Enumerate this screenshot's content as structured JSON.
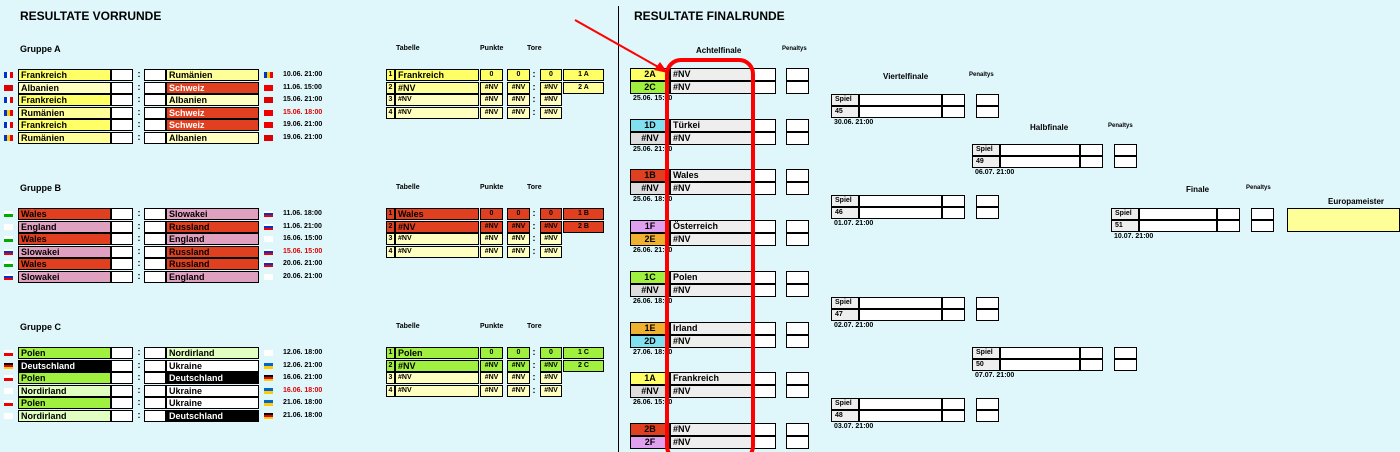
{
  "titles": {
    "vorrunde": "RESULTATE VORRUNDE",
    "finalrunde": "RESULTATE FINALRUNDE"
  },
  "headers": {
    "tabelle": "Tabelle",
    "punkte": "Punkte",
    "tore": "Tore",
    "penaltys": "Penaltys",
    "achtelfinale": "Achtelfinale",
    "viertelfinale": "Viertelfinale",
    "halbfinale": "Halbfinale",
    "finale": "Finale",
    "europameister": "Europameister",
    "spiel": "Spiel"
  },
  "groups": [
    {
      "name": "Gruppe A",
      "matches": [
        {
          "home": "Frankreich",
          "away": "Rumänien",
          "date": "10.06. 21:00"
        },
        {
          "home": "Albanien",
          "away": "Schweiz",
          "date": "11.06. 15:00"
        },
        {
          "home": "Frankreich",
          "away": "Albanien",
          "date": "15.06. 21:00"
        },
        {
          "home": "Rumänien",
          "away": "Schweiz",
          "date": "15.06. 18:00"
        },
        {
          "home": "Frankreich",
          "away": "Schweiz",
          "date": "19.06. 21:00"
        },
        {
          "home": "Rumänien",
          "away": "Albanien",
          "date": "19.06. 21:00"
        }
      ],
      "table": [
        {
          "rank": "1",
          "team": "Frankreich",
          "pts": "0",
          "g1": "0",
          "g2": "0",
          "code": "1 A"
        },
        {
          "rank": "2",
          "team": "#NV",
          "pts": "#NV",
          "g1": "#NV",
          "g2": "#NV",
          "code": "2 A"
        },
        {
          "rank": "3",
          "team": "#NV",
          "pts": "#NV",
          "g1": "#NV",
          "g2": "#NV",
          "code": ""
        },
        {
          "rank": "4",
          "team": "#NV",
          "pts": "#NV",
          "g1": "#NV",
          "g2": "#NV",
          "code": ""
        }
      ]
    },
    {
      "name": "Gruppe B",
      "matches": [
        {
          "home": "Wales",
          "away": "Slowakei",
          "date": "11.06. 18:00"
        },
        {
          "home": "England",
          "away": "Russland",
          "date": "11.06. 21:00"
        },
        {
          "home": "Wales",
          "away": "England",
          "date": "16.06. 15:00"
        },
        {
          "home": "Slowakei",
          "away": "Russland",
          "date": "15.06. 15:00"
        },
        {
          "home": "Wales",
          "away": "Russland",
          "date": "20.06. 21:00"
        },
        {
          "home": "Slowakei",
          "away": "England",
          "date": "20.06. 21:00"
        }
      ],
      "table": [
        {
          "rank": "1",
          "team": "Wales",
          "pts": "0",
          "g1": "0",
          "g2": "0",
          "code": "1 B"
        },
        {
          "rank": "2",
          "team": "#NV",
          "pts": "#NV",
          "g1": "#NV",
          "g2": "#NV",
          "code": "2 B"
        },
        {
          "rank": "3",
          "team": "#NV",
          "pts": "#NV",
          "g1": "#NV",
          "g2": "#NV",
          "code": ""
        },
        {
          "rank": "4",
          "team": "#NV",
          "pts": "#NV",
          "g1": "#NV",
          "g2": "#NV",
          "code": ""
        }
      ]
    },
    {
      "name": "Gruppe C",
      "matches": [
        {
          "home": "Polen",
          "away": "Nordirland",
          "date": "12.06. 18:00"
        },
        {
          "home": "Deutschland",
          "away": "Ukraine",
          "date": "12.06. 21:00"
        },
        {
          "home": "Polen",
          "away": "Deutschland",
          "date": "16.06. 21:00"
        },
        {
          "home": "Nordirland",
          "away": "Ukraine",
          "date": "16.06. 18:00"
        },
        {
          "home": "Polen",
          "away": "Ukraine",
          "date": "21.06. 18:00"
        },
        {
          "home": "Nordirland",
          "away": "Deutschland",
          "date": "21.06. 18:00"
        }
      ],
      "table": [
        {
          "rank": "1",
          "team": "Polen",
          "pts": "0",
          "g1": "0",
          "g2": "0",
          "code": "1 C"
        },
        {
          "rank": "2",
          "team": "#NV",
          "pts": "#NV",
          "g1": "#NV",
          "g2": "#NV",
          "code": "2 C"
        },
        {
          "rank": "3",
          "team": "#NV",
          "pts": "#NV",
          "g1": "#NV",
          "g2": "#NV",
          "code": ""
        },
        {
          "rank": "4",
          "team": "#NV",
          "pts": "#NV",
          "g1": "#NV",
          "g2": "#NV",
          "code": ""
        }
      ]
    }
  ],
  "achtelfinale": [
    {
      "s1": "2A",
      "t1": "#NV",
      "s2": "2C",
      "t2": "#NV",
      "date": "25.06. 15:00"
    },
    {
      "s1": "1D",
      "t1": "Türkei",
      "s2": "#NV",
      "t2": "#NV",
      "date": "25.06. 21:00"
    },
    {
      "s1": "1B",
      "t1": "Wales",
      "s2": "#NV",
      "t2": "#NV",
      "date": "25.06. 18:00"
    },
    {
      "s1": "1F",
      "t1": "Österreich",
      "s2": "2E",
      "t2": "#NV",
      "date": "26.06. 21:00"
    },
    {
      "s1": "1C",
      "t1": "Polen",
      "s2": "#NV",
      "t2": "#NV",
      "date": "26.06. 18:00"
    },
    {
      "s1": "1E",
      "t1": "Irland",
      "s2": "2D",
      "t2": "#NV",
      "date": "27.06. 18:00"
    },
    {
      "s1": "1A",
      "t1": "Frankreich",
      "s2": "#NV",
      "t2": "#NV",
      "date": "26.06. 15:00"
    },
    {
      "s1": "2B",
      "t1": "#NV",
      "s2": "2F",
      "t2": "#NV",
      "date": "27.06. 21:00"
    }
  ],
  "viertelfinale": [
    {
      "spiel": "45",
      "date": "30.06. 21:00"
    },
    {
      "spiel": "46",
      "date": "01.07. 21:00"
    },
    {
      "spiel": "47",
      "date": "02.07. 21:00"
    },
    {
      "spiel": "48",
      "date": "03.07. 21:00"
    }
  ],
  "halbfinale": [
    {
      "spiel": "49",
      "date": "06.07. 21:00"
    },
    {
      "spiel": "50",
      "date": "07.07. 21:00"
    }
  ],
  "finale": {
    "spiel": "51",
    "date": "10.07. 21:00"
  },
  "colors": {
    "background": "#dff7fb",
    "frankreich": "#ffff80",
    "rumaenien": "#ffff99",
    "albanien": "#ffffc0",
    "schweiz": "#e04020",
    "wales": "#e04020",
    "slowakei": "#e0a0c0",
    "england": "#e0a0c0",
    "russland": "#e04020",
    "polen": "#a0f040",
    "nordirland": "#e0ffc0",
    "deutschland": "#000000",
    "ukraine": "#ffffff",
    "annotation": "#ff0000"
  }
}
